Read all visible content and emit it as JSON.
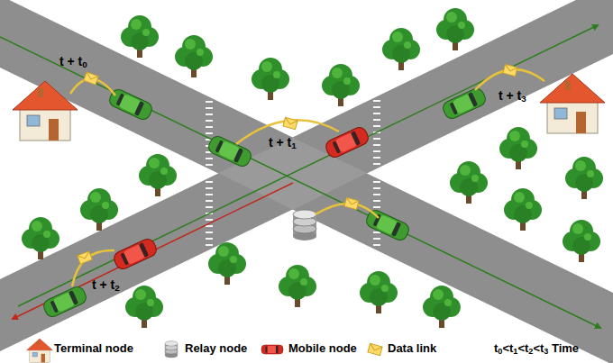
{
  "diagram": {
    "labels": [
      "t + t0",
      "t + t1",
      "t + t2",
      "t + t3",
      "t0<t1<t2<t3 Time"
    ],
    "legend": [
      {
        "text": "Terminal node"
      },
      {
        "text": "Relay node"
      },
      {
        "text": "Mobile node"
      },
      {
        "text": "Data link"
      }
    ]
  }
}
